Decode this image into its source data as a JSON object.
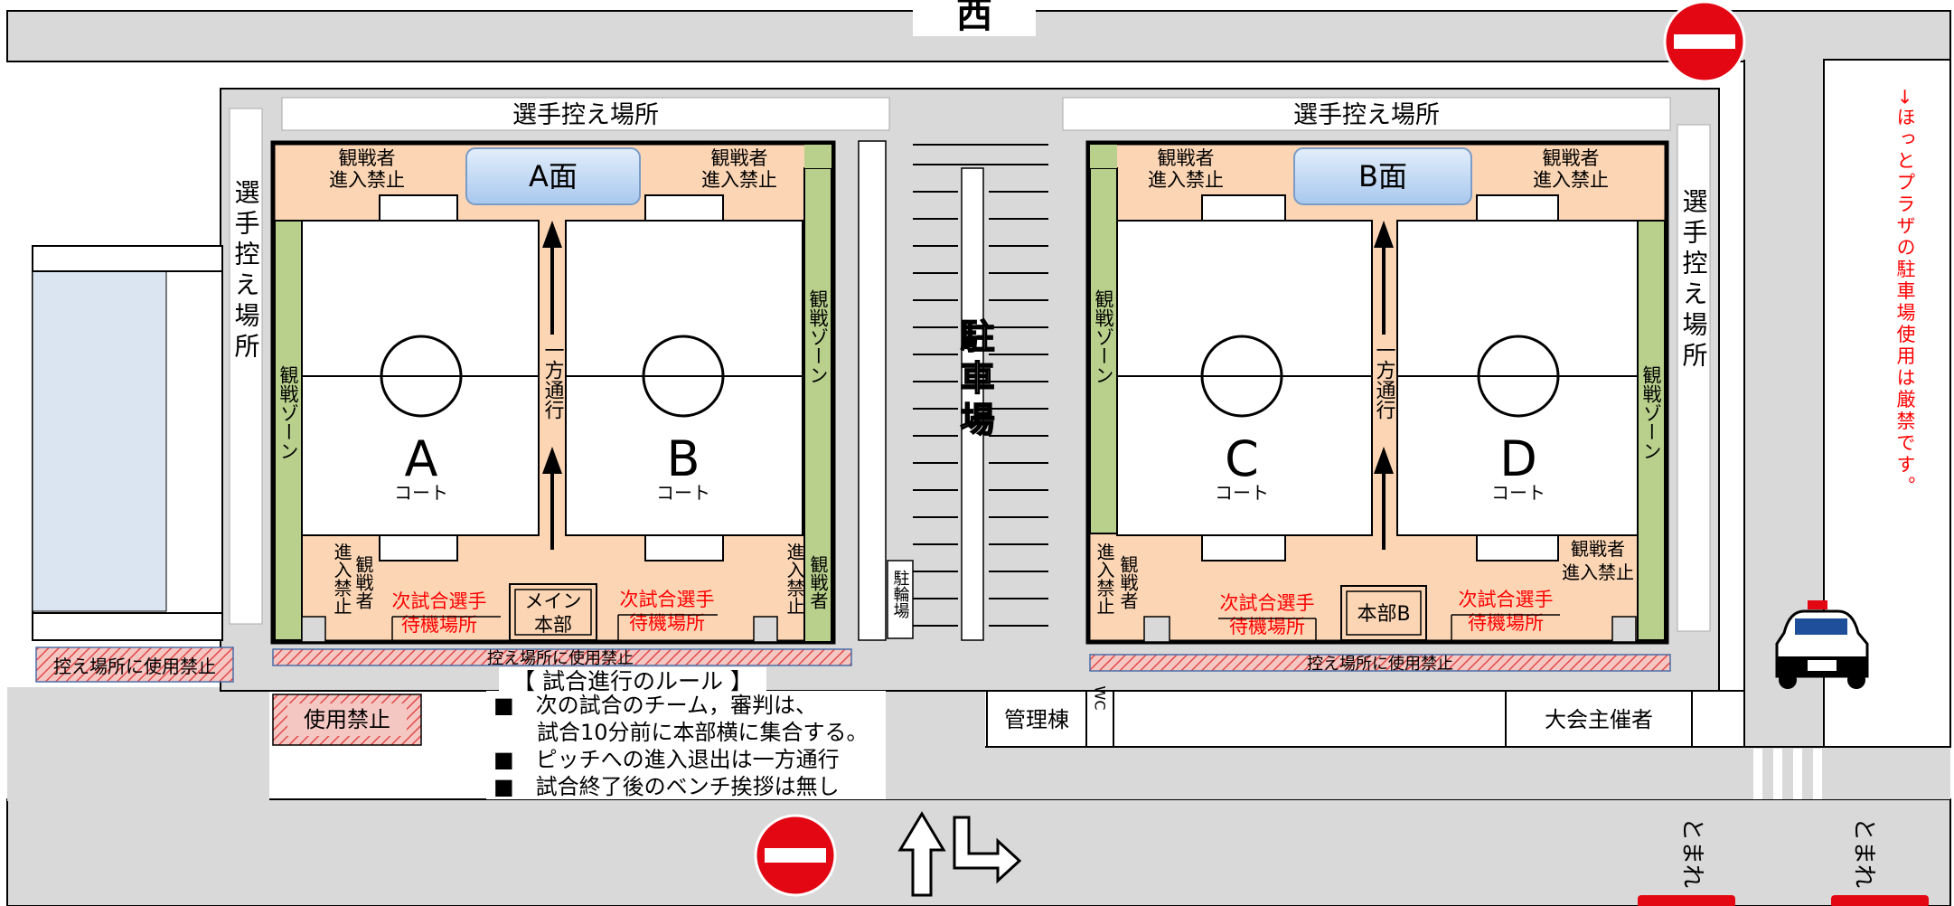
{
  "labels": {
    "west": "西",
    "player_waiting_area": "選手控え場所",
    "player_waiting_area_vertical": "選手控え場所",
    "face_a": "A面",
    "face_b": "B面",
    "spectator_no_entry_1": "観戦者",
    "spectator_no_entry_2": "進入禁止",
    "spectator_zone_vertical": "観戦ゾーン",
    "one_way_vertical": "一方通行",
    "court_word": "コート",
    "court_a": "A",
    "court_b": "B",
    "court_c": "C",
    "court_d": "D",
    "next_players_1": "次試合選手",
    "next_players_2": "待機場所",
    "main_hq_1": "メイン",
    "main_hq_2": "本部",
    "hq_b": "本部B",
    "parking_vertical": "駐車場",
    "bicycle_parking_vertical": "駐輪場",
    "no_use_for_waiting": "控え場所に使用禁止",
    "no_use": "使用禁止",
    "rules_title": "【 試合進行のルール 】",
    "rule_1a": "■　次の試合のチーム，審判は、",
    "rule_1b": "　　試合10分前に本部横に集合する。",
    "rule_2": "■　ピッチへの進入退出は一方通行",
    "rule_3": "■　試合終了後のベンチ挨拶は無し",
    "management_bldg": "管理棟",
    "wc": "WC",
    "organizer": "大会主催者",
    "stop": "とまれ",
    "notice_vertical": "→ほっとプラザの駐車場使用は厳禁です。"
  },
  "colors": {
    "road": "#d9d9d9",
    "zone": "#fcd5b4",
    "spectator_zone": "#b8d08c",
    "court": "#ffffff",
    "building": "#dbe5f1",
    "red_text": "#ff0000",
    "face_label": "#c5dcf5",
    "sign_red": "#e30613"
  },
  "icons": [
    "no-entry-sign-icon",
    "police-car-icon",
    "u-turn-arrow-icon",
    "right-turn-arrow-icon",
    "up-arrow-icon"
  ]
}
